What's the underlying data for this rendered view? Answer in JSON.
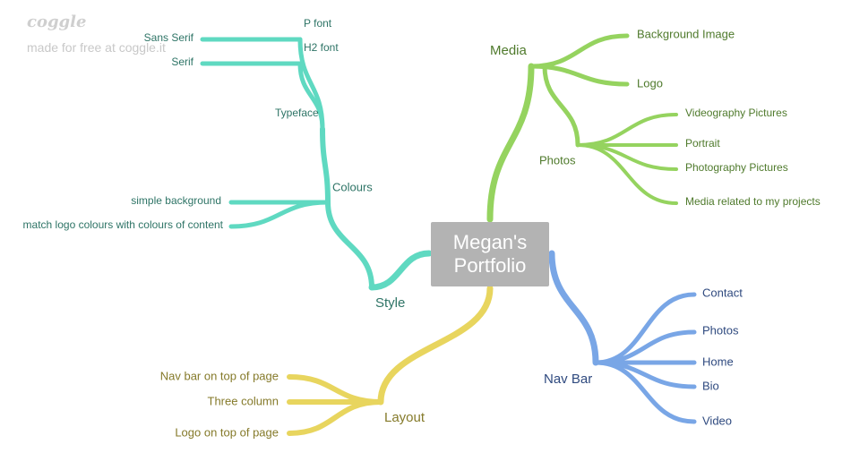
{
  "watermark": {
    "logo": "coggle",
    "tagline": "made for free at coggle.it"
  },
  "center": {
    "title": "Megan's Portfolio"
  },
  "colors": {
    "media": "#95d35f",
    "style": "#5fd9c1",
    "navbar": "#79a6e6",
    "layout": "#e8d55e",
    "media_text": "#4f7a2c",
    "style_text": "#2e7466",
    "navbar_text": "#2f4a7f",
    "layout_text": "#857a2a"
  },
  "branches": {
    "media": {
      "label": "Media",
      "children": {
        "background_image": "Background Image",
        "logo": "Logo",
        "photos": {
          "label": "Photos",
          "children": {
            "videography": "Videography Pictures",
            "portrait": "Portrait",
            "photography": "Photography Pictures",
            "projects": "Media related to my projects"
          }
        }
      }
    },
    "style": {
      "label": "Style",
      "children": {
        "colours": {
          "label": "Colours",
          "children": {
            "simple_bg": "simple background",
            "match_logo": "match logo colours with colours of content"
          }
        },
        "typeface": {
          "label": "Typeface",
          "children": {
            "p_font": {
              "label": "P font",
              "children": {
                "sans_serif": "Sans Serif"
              }
            },
            "h2_font": {
              "label": "H2 font",
              "children": {
                "serif": "Serif"
              }
            }
          }
        }
      }
    },
    "navbar": {
      "label": "Nav Bar",
      "children": {
        "contact": "Contact",
        "photos": "Photos",
        "home": "Home",
        "bio": "Bio",
        "video": "Video"
      }
    },
    "layout": {
      "label": "Layout",
      "children": {
        "nav_top": "Nav bar on top of page",
        "three_col": "Three column",
        "logo_top": "Logo on top of page"
      }
    }
  }
}
